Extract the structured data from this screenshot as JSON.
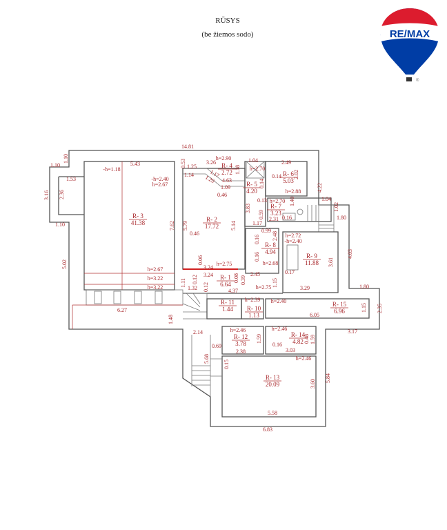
{
  "header": {
    "title": "RŪSYS",
    "subtitle": "(be žiemos sodo)"
  },
  "logo": {
    "text": "RE/MAX",
    "mark": "®",
    "colors": {
      "red": "#dc1c2e",
      "blue": "#003da5"
    }
  },
  "colors": {
    "wall": "#555555",
    "annotation": "#a8282c"
  },
  "rooms": [
    {
      "label": "R- 1",
      "area": "6.64"
    },
    {
      "label": "R- 2",
      "area": "17.72"
    },
    {
      "label": "R- 3",
      "area": "41.38"
    },
    {
      "label": "R- 4",
      "area": "2.72"
    },
    {
      "label": "R- 5",
      "area": "4.20"
    },
    {
      "label": "R- 6",
      "area": "5.03"
    },
    {
      "label": "R- 7",
      "area": "3.23"
    },
    {
      "label": "R- 8",
      "area": "4.94"
    },
    {
      "label": "R- 9",
      "area": "11.88"
    },
    {
      "label": "R- 10",
      "area": "1.13"
    },
    {
      "label": "R- 11",
      "area": "1.44"
    },
    {
      "label": "R- 12",
      "area": "3.78"
    },
    {
      "label": "R- 13",
      "area": "20.09"
    },
    {
      "label": "R- 14",
      "area": "4.82"
    },
    {
      "label": "R- 15",
      "area": "6.96"
    }
  ],
  "heights": [
    "-h=1.18",
    "-h=2.40",
    "h=2.67",
    "h=2.90",
    "h=2.75",
    "h=2.67",
    "h=3.22",
    "h=3.22",
    "h=2.70",
    "h=2.88",
    "h=2.70",
    "h=2.72",
    "-h=2.40",
    "h=2.68",
    "h=2.75",
    "h=2.39",
    "h=2.40",
    "h=2.46",
    "h=2.46",
    "h=2.46"
  ],
  "dimensions": [
    "14.81",
    "1.10",
    "1.10",
    "1.53",
    "2.36",
    "3.16",
    "1.10",
    "5.02",
    "5.43",
    "7.62",
    "5.79",
    "0.46",
    "5.14",
    "0.53",
    "1.25",
    "1.14",
    "3.26",
    "1.18",
    "1.17",
    "1.20",
    "4.63",
    "1.09",
    "0.46",
    "0.06",
    "3.24",
    "3.24",
    "0.08",
    "0.39",
    "1.11",
    "0.12",
    "0.12",
    "1.32",
    "4.37",
    "6.27",
    "1.04",
    "2.49",
    "0.14",
    "2.02",
    "0.14",
    "4.22",
    "3.83",
    "0.13",
    "1.40",
    "0.16",
    "0.59",
    "2.31",
    "1.04",
    "1.02",
    "1.80",
    "1.17",
    "0.99",
    "2.48",
    "0.16",
    "0.16",
    "0.17",
    "2.45",
    "1.15",
    "3.61",
    "4.03",
    "3.29",
    "1.80",
    "2.35",
    "1.15",
    "6.05",
    "3.17",
    "1.59",
    "0.16",
    "0.48",
    "1.59",
    "3.03",
    "2.14",
    "0.69",
    "2.38",
    "5.68",
    "0.15",
    "3.60",
    "5.84",
    "5.58",
    "6.83",
    "1.48"
  ]
}
